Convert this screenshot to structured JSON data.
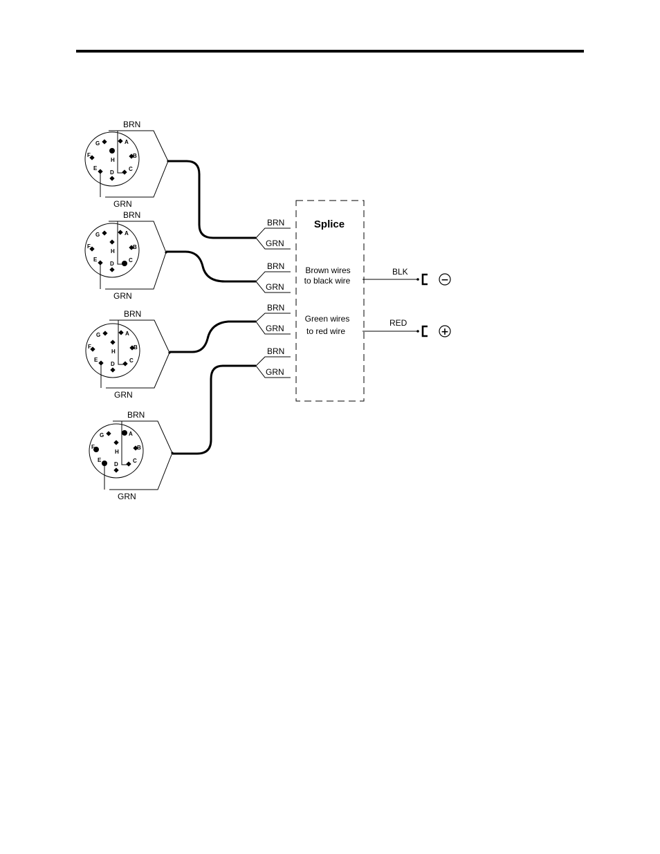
{
  "splice": {
    "title": "Splice",
    "brown_line1": "Brown wires",
    "brown_line2": "to black wire",
    "green_line1": "Green wires",
    "green_line2": "to red wire"
  },
  "outputs": {
    "black_label": "BLK",
    "red_label": "RED",
    "minus_symbol": "−",
    "plus_symbol": "+"
  },
  "pins": [
    "A",
    "B",
    "C",
    "D",
    "E",
    "F",
    "G",
    "H"
  ],
  "connectors": [
    {
      "brn": "BRN",
      "grn": "GRN"
    },
    {
      "brn": "BRN",
      "grn": "GRN"
    },
    {
      "brn": "BRN",
      "grn": "GRN"
    },
    {
      "brn": "BRN",
      "grn": "GRN"
    }
  ],
  "splice_leads": [
    {
      "brn": "BRN",
      "grn": "GRN"
    },
    {
      "brn": "BRN",
      "grn": "GRN"
    },
    {
      "brn": "BRN",
      "grn": "GRN"
    },
    {
      "brn": "BRN",
      "grn": "GRN"
    }
  ]
}
